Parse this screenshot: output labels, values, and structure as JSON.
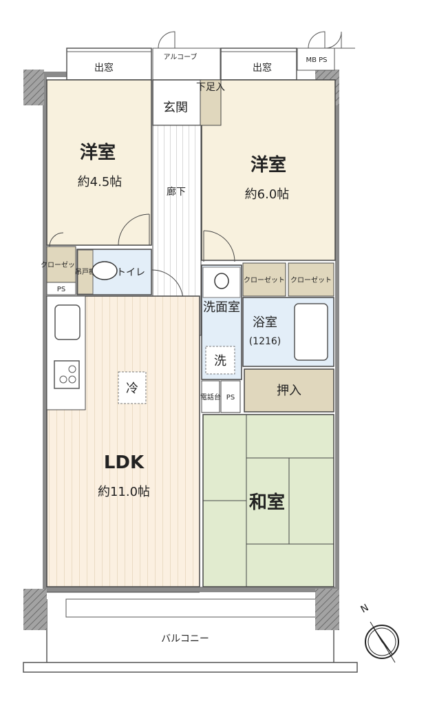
{
  "rooms": {
    "western_small": {
      "name": "洋室",
      "size": "約4.5帖"
    },
    "western_large": {
      "name": "洋室",
      "size": "約6.0帖"
    },
    "ldk": {
      "name": "LDK",
      "size": "約11.0帖"
    },
    "japanese": {
      "name": "和室"
    },
    "bath": {
      "name": "浴室",
      "size": "(1216)"
    },
    "toilet": {
      "name": "トイレ"
    },
    "entrance": {
      "name": "玄関"
    },
    "corridor": {
      "name": "廊下"
    },
    "washroom": {
      "name": "洗面室"
    }
  },
  "labels": {
    "bay_window": "出窓",
    "alcove": "アルコーブ",
    "mb_ps": "MB PS",
    "shoe_box": "下足入",
    "closet": "クローゼット",
    "ps": "PS",
    "wall_shelf": "吊戸棚",
    "fridge": "冷",
    "washer": "洗",
    "phone": "電話台",
    "storage": "押入",
    "balcony": "バルコニー",
    "north": "N"
  },
  "colors": {
    "western_floor": "#f8f1de",
    "ldk_floor": "#fbf0e1",
    "wet_floor": "#e3eef8",
    "tatami": "#e1ebcf",
    "storage": "#e0d7bd",
    "wall": "#8a8a8a",
    "column": "#9b9b9b"
  }
}
